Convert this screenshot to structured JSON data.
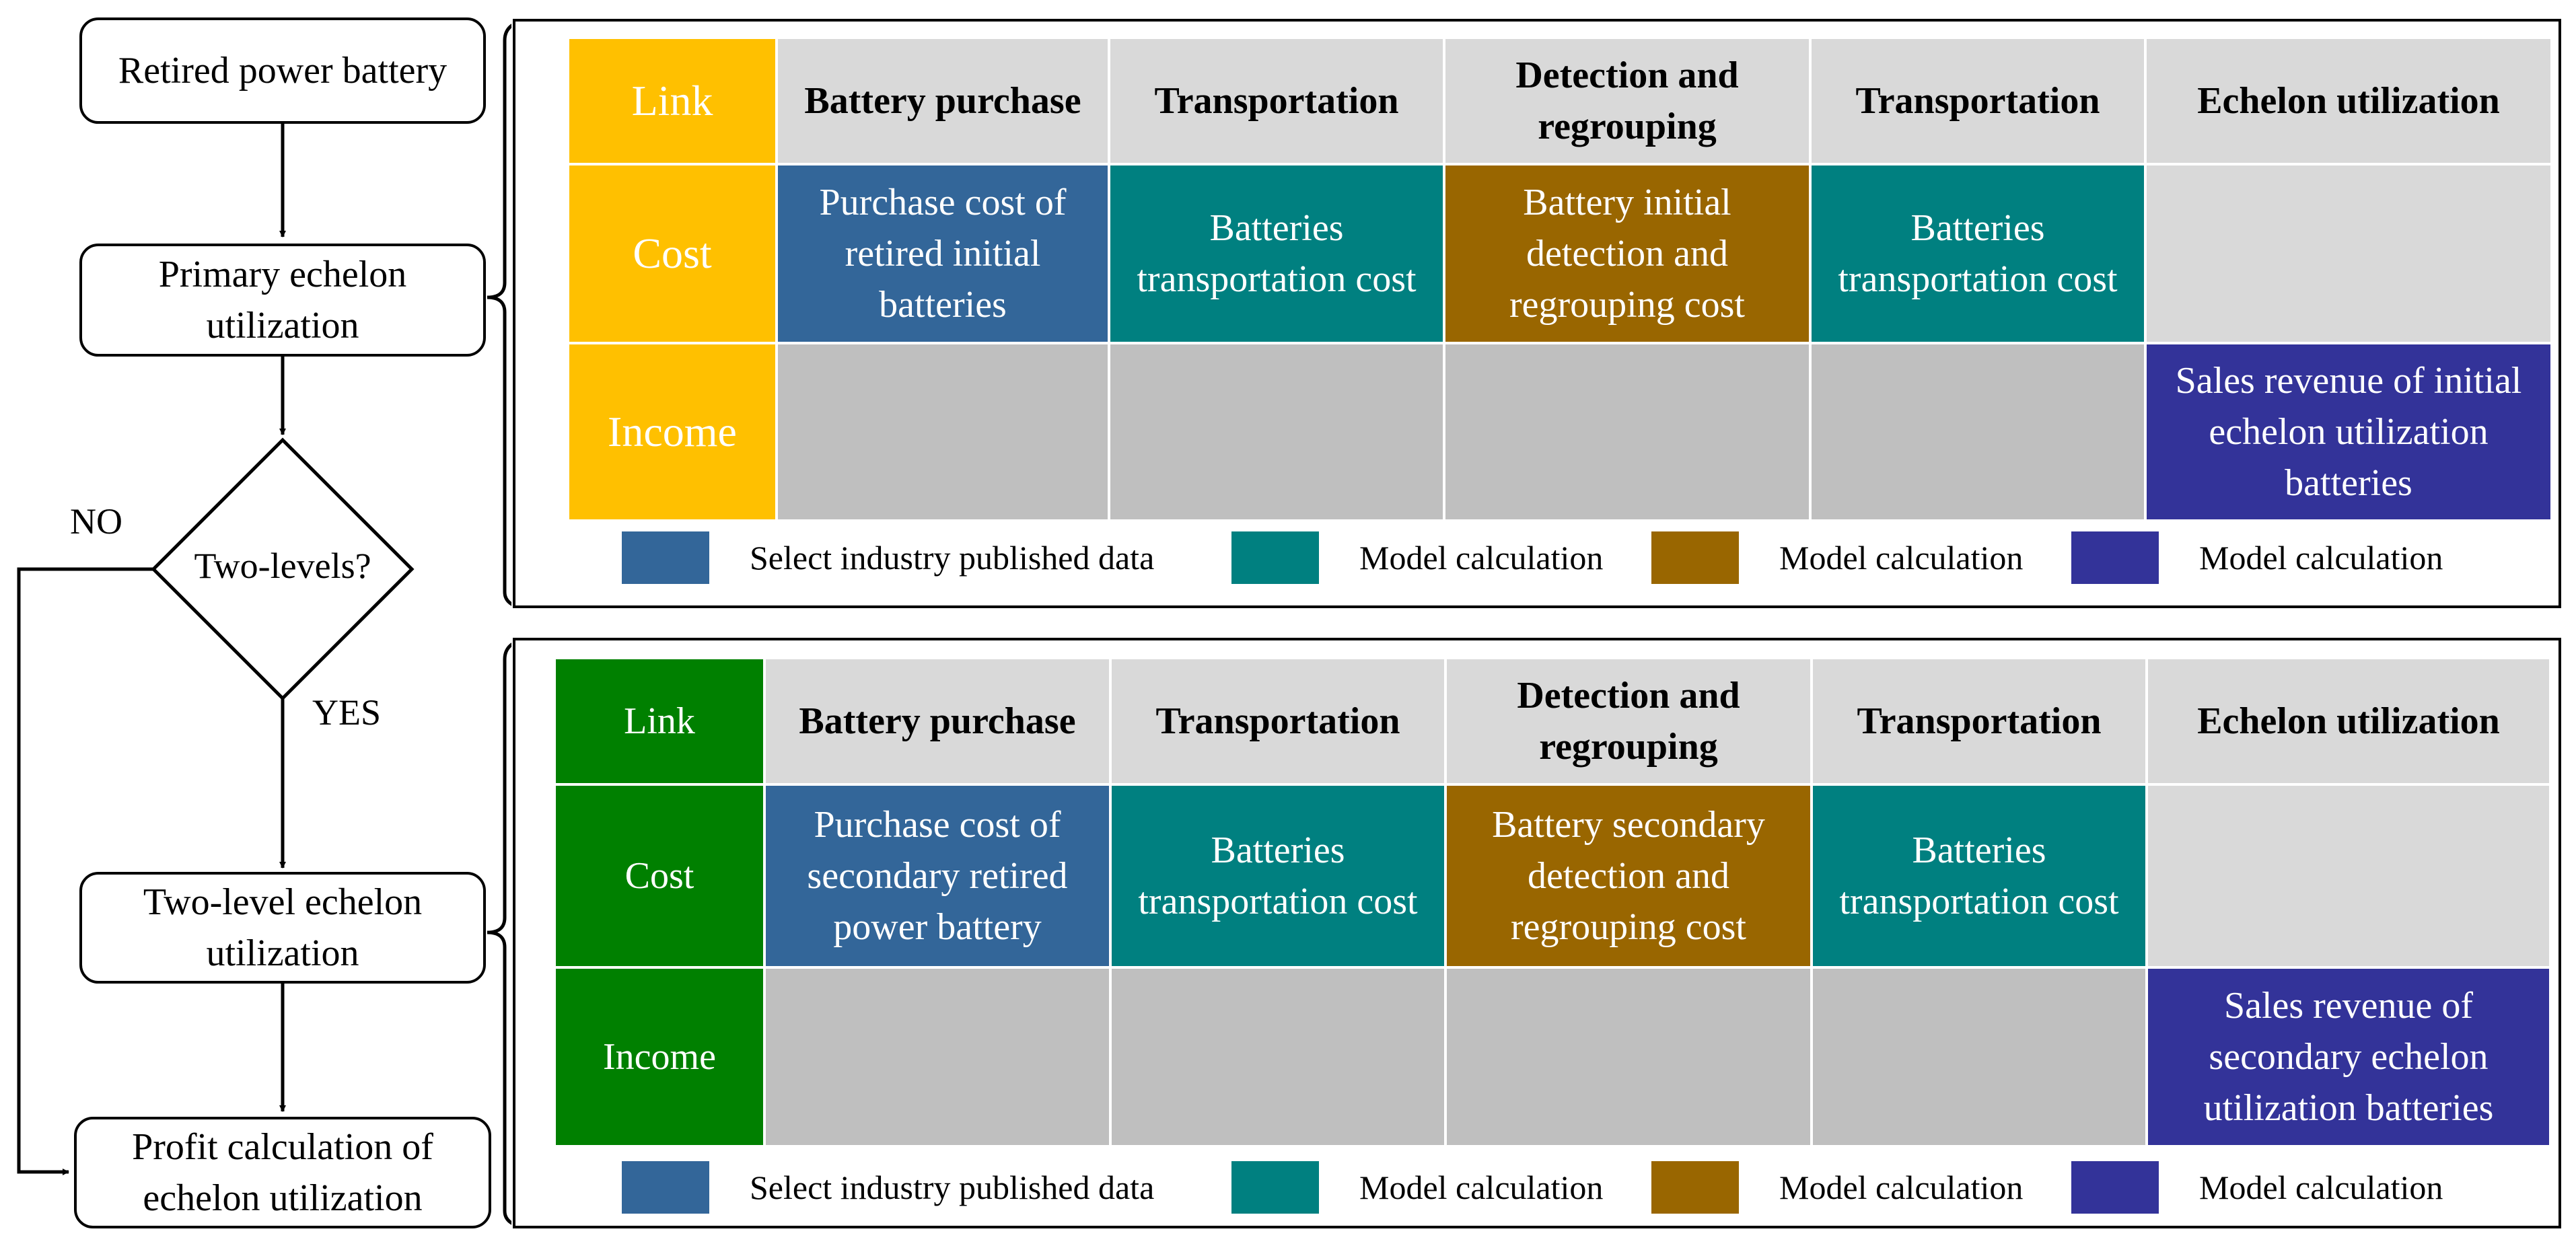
{
  "flowchart": {
    "start": "Retired power battery",
    "primary": [
      "Primary echelon",
      "utilization"
    ],
    "decision": "Two-levels?",
    "no_label": "NO",
    "yes_label": "YES",
    "two_level": [
      "Two-level echelon",
      "utilization"
    ],
    "profit": [
      "Profit calculation of",
      "echelon utilization"
    ]
  },
  "colors": {
    "link_primary": "#ffc000",
    "link_secondary": "#008000",
    "purchase_blue": "#336699",
    "transport_teal": "#008080",
    "detect_brown": "#996600",
    "sales_purple": "#333399",
    "empty_gray": "#bfbfbf",
    "header_gray": "#d9d9d9"
  },
  "top_table": {
    "row_labels": {
      "link": "Link",
      "cost": "Cost",
      "income": "Income"
    },
    "headers": [
      "Battery purchase",
      "Transportation",
      "Detection and regrouping",
      "Transportation",
      "Echelon utilization"
    ],
    "cost": [
      "Purchase cost of retired initial batteries",
      "Batteries transportation cost",
      "Battery initial detection and regrouping cost",
      "Batteries transportation cost",
      ""
    ],
    "income": [
      "",
      "",
      "",
      "",
      "Sales revenue of initial echelon utilization batteries"
    ],
    "legend": [
      "Select industry published data",
      "Model calculation",
      "Model calculation",
      "Model calculation"
    ]
  },
  "bottom_table": {
    "row_labels": {
      "link": "Link",
      "cost": "Cost",
      "income": "Income"
    },
    "headers": [
      "Battery purchase",
      "Transportation",
      "Detection and regrouping",
      "Transportation",
      "Echelon utilization"
    ],
    "cost": [
      "Purchase cost of secondary retired power battery",
      "Batteries transportation cost",
      "Battery secondary detection and regrouping cost",
      "Batteries transportation cost",
      ""
    ],
    "income": [
      "",
      "",
      "",
      "",
      "Sales revenue of secondary echelon utilization batteries"
    ],
    "legend": [
      "Select industry published data",
      "Model calculation",
      "Model calculation",
      "Model calculation"
    ]
  }
}
